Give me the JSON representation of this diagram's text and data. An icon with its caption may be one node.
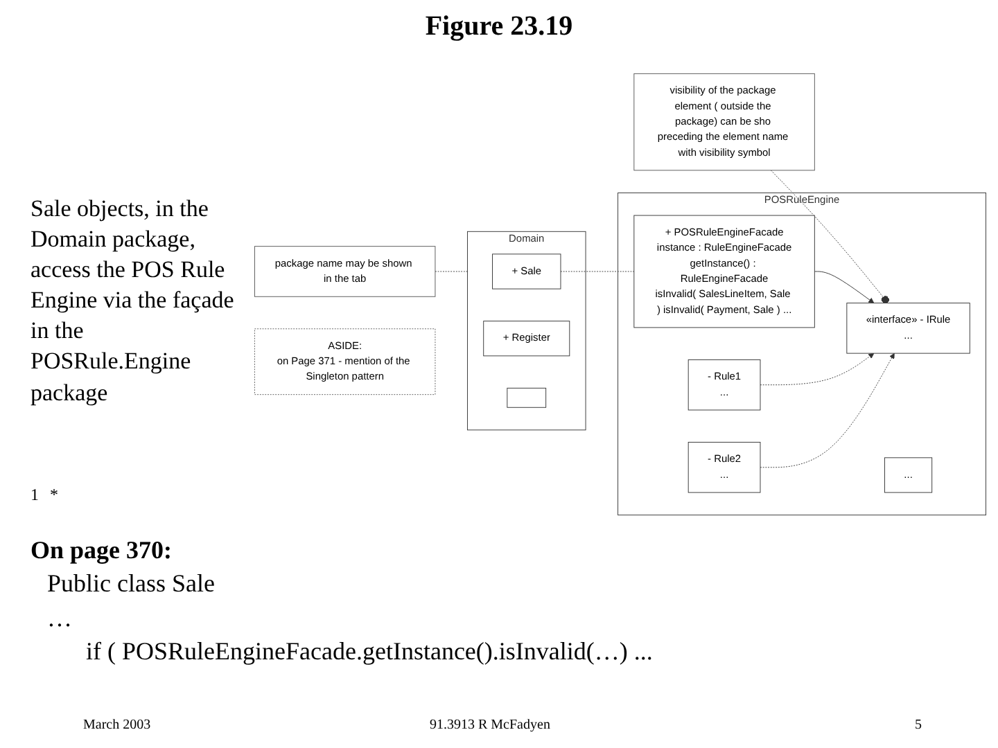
{
  "diagram": {
    "title": "Figure 23.19",
    "nodes": [
      {
        "text": [
          "package name may be shown in the tab"
        ]
      },
      {
        "text": [
          "Domain"
        ]
      },
      {
        "text": [
          "+ Sale"
        ],
        "in": 1
      },
      {
        "text": [
          "+ Register"
        ],
        "in": 1
      },
      {
        "text": [],
        "shape": "box",
        "in": 1
      },
      {
        "text": [
          "visibility of the package element ( outside the package) can be sho preceding the element name with visibility symbol"
        ]
      },
      {
        "text": [
          "POSRuleEngine"
        ]
      },
      {
        "text": [
          "+ POSRuleEngineFacade",
          "instance : RuleEngineFacade",
          "getInstance() : RuleEngineFacade",
          "isInvalid( SalesLineItem, Sale ) isInvalid( Payment, Sale ) ..."
        ],
        "in": 6
      },
      {
        "text": [
          "«interface» - IRule",
          "..."
        ],
        "in": 6
      },
      {
        "text": [
          "..."
        ],
        "in": 6
      },
      {
        "text": [
          "- Rule1",
          "..."
        ],
        "in": 6
      },
      {
        "text": [
          "- Rule2",
          "..."
        ],
        "in": 6
      },
      {
        "text": [
          "ASIDE:",
          "on Page 371 - mention of the Singleton pattern"
        ]
      }
    ],
    "edges": [
      {
        "from": 0,
        "to": 1,
        "arrow": "none",
        "style": "dashed"
      },
      {
        "from": 2,
        "to": 7,
        "arrow": "none",
        "style": "dashed"
      },
      {
        "from": 5,
        "to": 8,
        "arrow": "other",
        "style": "dashed"
      },
      {
        "from": 7,
        "to": 8,
        "arrow": "to"
      },
      {
        "from": 10,
        "to": 8,
        "arrow": "to",
        "style": "dashed"
      },
      {
        "from": 11,
        "to": 8,
        "arrow": "to",
        "style": "dashed"
      }
    ],
    "labels": [
      "Sale objects, in the Domain package, access the POS Rule Engine via the façade in the POSRule.Engine package",
      "1",
      "*",
      "On page 370:",
      "Public class Sale",
      "…",
      "if ( POSRuleEngineFacade.getInstance().isInvalid(…) ...",
      "March 2003",
      "91.3913 R McFadyen",
      "5"
    ]
  }
}
